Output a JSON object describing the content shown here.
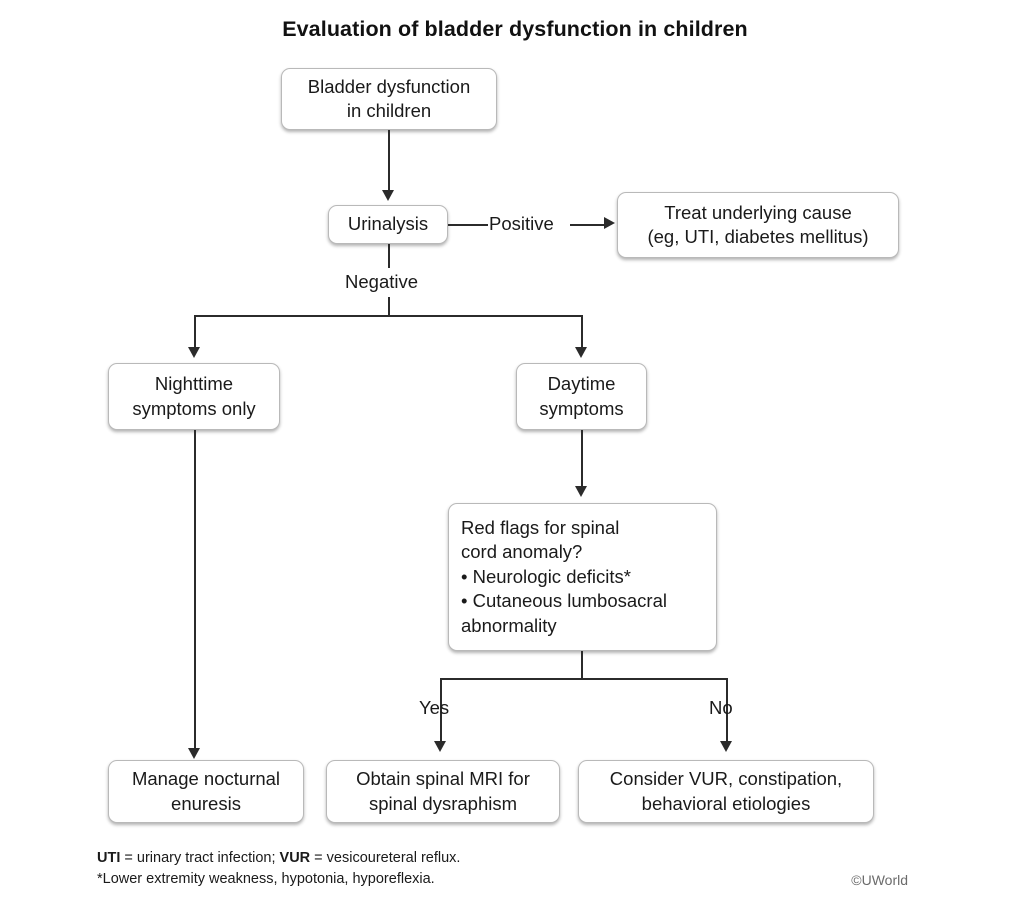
{
  "title": "Evaluation of bladder dysfunction in children",
  "nodes": {
    "root": "Bladder dysfunction\nin children",
    "urinalysis": "Urinalysis",
    "treat_cause": "Treat underlying cause\n(eg, UTI, diabetes mellitus)",
    "nighttime": "Nighttime\nsymptoms only",
    "daytime": "Daytime\nsymptoms",
    "red_flags": "Red flags for spinal\ncord anomaly?\n• Neurologic deficits*\n• Cutaneous lumbosacral\n  abnormality",
    "manage_enuresis": "Manage nocturnal\nenuresis",
    "spinal_mri": "Obtain spinal MRI for\nspinal dysraphism",
    "consider_vur": "Consider VUR, constipation,\nbehavioral etiologies"
  },
  "edge_labels": {
    "positive": "Positive",
    "negative": "Negative",
    "yes": "Yes",
    "no": "No"
  },
  "footnotes": {
    "line1_abbr1": "UTI",
    "line1_mid": " = urinary tract infection; ",
    "line1_abbr2": "VUR",
    "line1_end": " = vesicoureteral reflux.",
    "line2": "*Lower extremity weakness, hypotonia, hyporeflexia."
  },
  "copyright": "©UWorld",
  "colors": {
    "line": "#2b2b2b",
    "box_border": "#b9b9b9",
    "background": "#ffffff",
    "text": "#1a1a1a",
    "copyright_text": "#6b6b6b"
  }
}
